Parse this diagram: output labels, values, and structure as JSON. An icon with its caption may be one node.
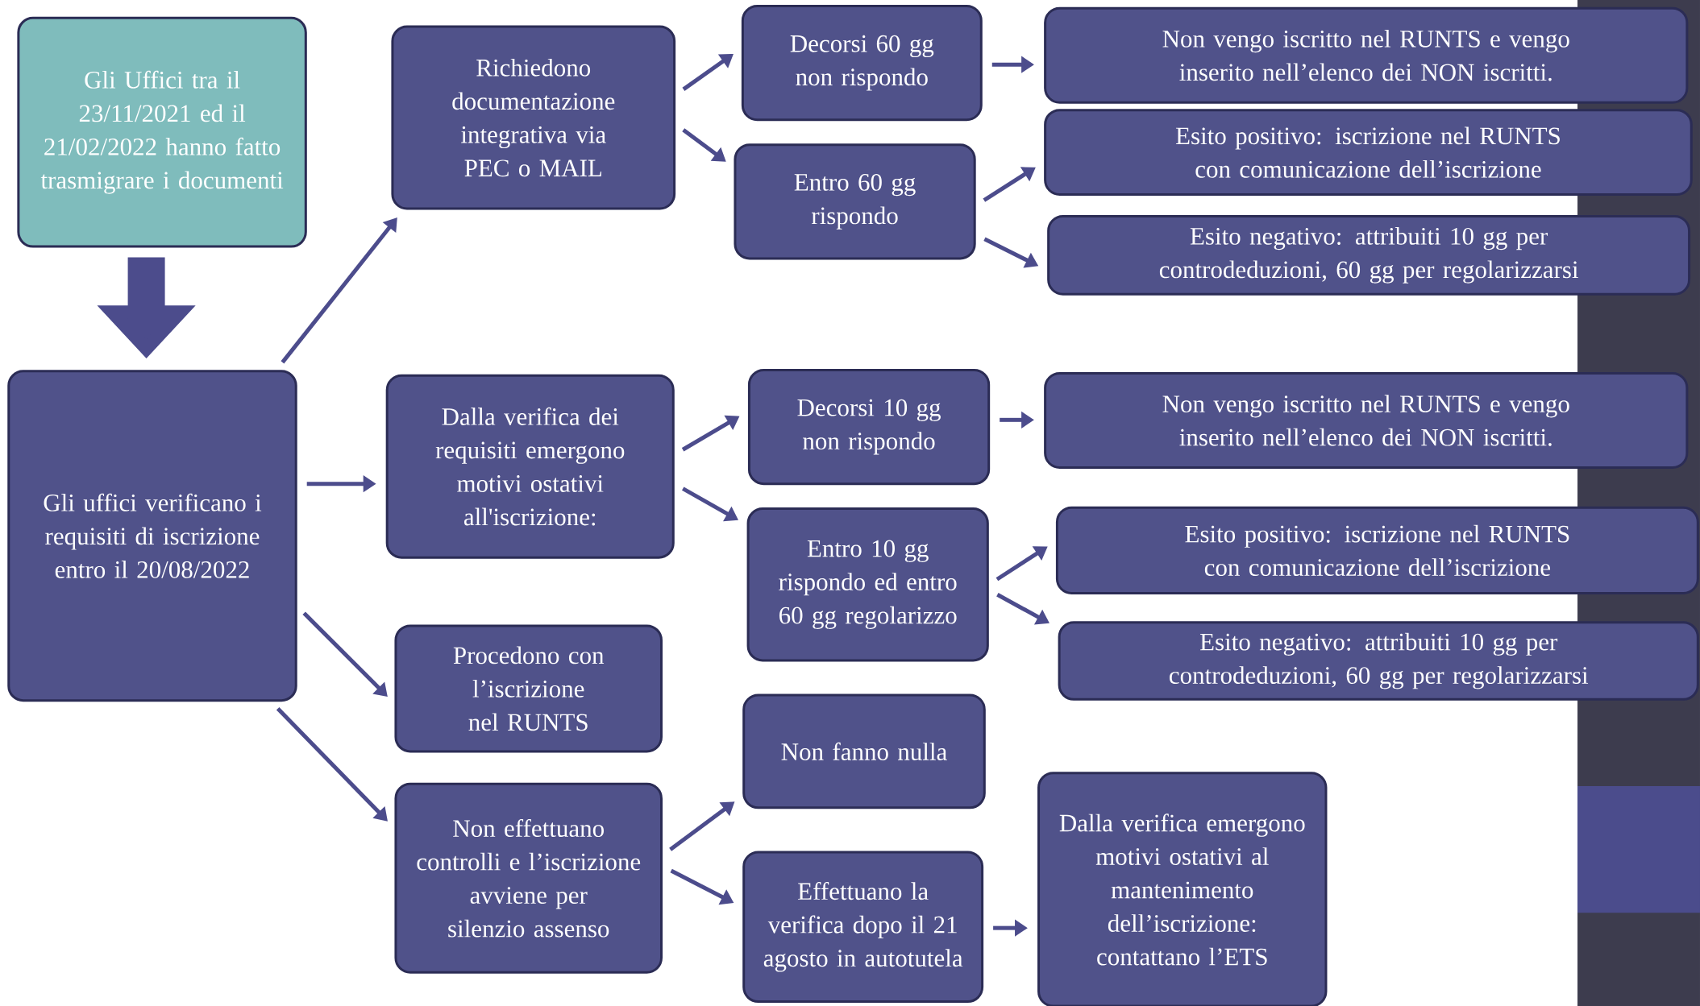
{
  "diagram": {
    "nodes": [
      {
        "text": [
          "Gli Uffici tra il 23/11/2021 ed il 21/02/2022 hanno fatto trasmigrare i documenti"
        ]
      },
      {
        "text": [
          "Gli uffici verificano i requisiti di iscrizione entro il 20/08/2022"
        ]
      },
      {
        "text": [
          "Richiedono documentazione integrativa via PEC o MAIL"
        ]
      },
      {
        "text": [
          "Decorsi 60 gg non rispondo"
        ]
      },
      {
        "text": [
          "Entro 60 gg rispondo"
        ]
      },
      {
        "text": [
          "Non vengo iscritto nel RUNTS e vengo inserito nell’elenco dei NON iscritti."
        ]
      },
      {
        "text": [
          "Esito positivo: iscrizione nel RUNTS con comunicazione dell’iscrizione"
        ]
      },
      {
        "text": [
          "Esito negativo: attribuiti 10 gg per controdeduzioni, 60 gg per regolarizzarsi"
        ]
      },
      {
        "text": [
          "Dalla verifica dei requisiti emergono motivi ostativi all'iscrizione:"
        ]
      },
      {
        "text": [
          "Decorsi 10 gg non rispondo"
        ]
      },
      {
        "text": [
          "Entro 10 gg rispondo ed entro 60 gg regolarizzo"
        ]
      },
      {
        "text": [
          "Non vengo iscritto nel RUNTS e vengo inserito nell’elenco dei NON iscritti."
        ]
      },
      {
        "text": [
          "Esito positivo: iscrizione nel RUNTS con comunicazione dell’iscrizione"
        ]
      },
      {
        "text": [
          "Esito negativo: attribuiti 10 gg per controdeduzioni, 60 gg per regolarizzarsi"
        ]
      },
      {
        "text": [
          "Procedono con l’iscrizione nel RUNTS"
        ]
      },
      {
        "text": [
          "Non effettuano controlli e l’iscrizione avviene per silenzio assenso"
        ]
      },
      {
        "text": [
          "Non fanno nulla"
        ]
      },
      {
        "text": [
          "Effettuano la verifica dopo il 21 agosto in autotutela"
        ]
      },
      {
        "text": [
          "Dalla verifica emergono motivi ostativi al mantenimento dell’iscrizione: contattano l’ETS"
        ]
      }
    ],
    "edges": [
      {
        "from": 0,
        "to": 1,
        "arrow": "to",
        "style": "thick"
      },
      {
        "from": 1,
        "to": 2,
        "arrow": "to"
      },
      {
        "from": 1,
        "to": 8,
        "arrow": "to"
      },
      {
        "from": 1,
        "to": 14,
        "arrow": "to"
      },
      {
        "from": 1,
        "to": 15,
        "arrow": "to"
      },
      {
        "from": 2,
        "to": 3,
        "arrow": "to"
      },
      {
        "from": 2,
        "to": 4,
        "arrow": "to"
      },
      {
        "from": 3,
        "to": 5,
        "arrow": "to"
      },
      {
        "from": 4,
        "to": 6,
        "arrow": "to"
      },
      {
        "from": 4,
        "to": 7,
        "arrow": "to"
      },
      {
        "from": 8,
        "to": 9,
        "arrow": "to"
      },
      {
        "from": 8,
        "to": 10,
        "arrow": "to"
      },
      {
        "from": 9,
        "to": 11,
        "arrow": "to"
      },
      {
        "from": 10,
        "to": 12,
        "arrow": "to"
      },
      {
        "from": 10,
        "to": 13,
        "arrow": "to"
      },
      {
        "from": 15,
        "to": 16,
        "arrow": "to"
      },
      {
        "from": 15,
        "to": 17,
        "arrow": "to"
      },
      {
        "from": 17,
        "to": 18,
        "arrow": "to"
      }
    ]
  }
}
